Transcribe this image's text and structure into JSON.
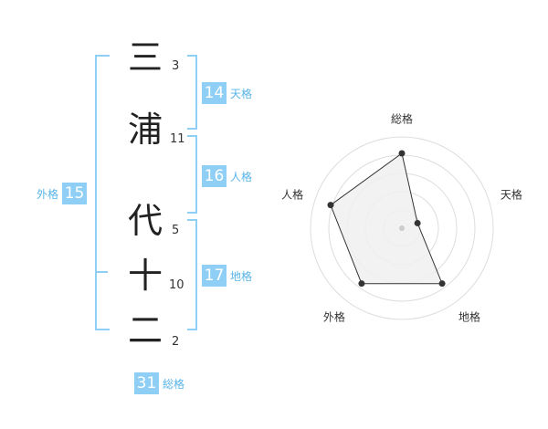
{
  "name_chars": [
    {
      "char": "三",
      "strokes": "3"
    },
    {
      "char": "浦",
      "strokes": "11"
    },
    {
      "char": "代",
      "strokes": "5"
    },
    {
      "char": "十",
      "strokes": "10"
    },
    {
      "char": "二",
      "strokes": "2"
    }
  ],
  "fortunes": {
    "tenkaku": {
      "value": "14",
      "label": "天格"
    },
    "jinkaku": {
      "value": "16",
      "label": "人格"
    },
    "chikaku": {
      "value": "17",
      "label": "地格"
    },
    "gaikaku": {
      "value": "15",
      "label": "外格"
    },
    "soukaku": {
      "value": "31",
      "label": "総格"
    }
  },
  "radar": {
    "axes": [
      "総格",
      "天格",
      "地格",
      "外格",
      "人格"
    ],
    "values": [
      0.82,
      0.18,
      0.75,
      0.75,
      0.82
    ],
    "rings": 5,
    "colors": {
      "ring": "#dddddd",
      "fill": "#f0f0f0",
      "stroke": "#333333",
      "center": "#cccccc"
    }
  }
}
